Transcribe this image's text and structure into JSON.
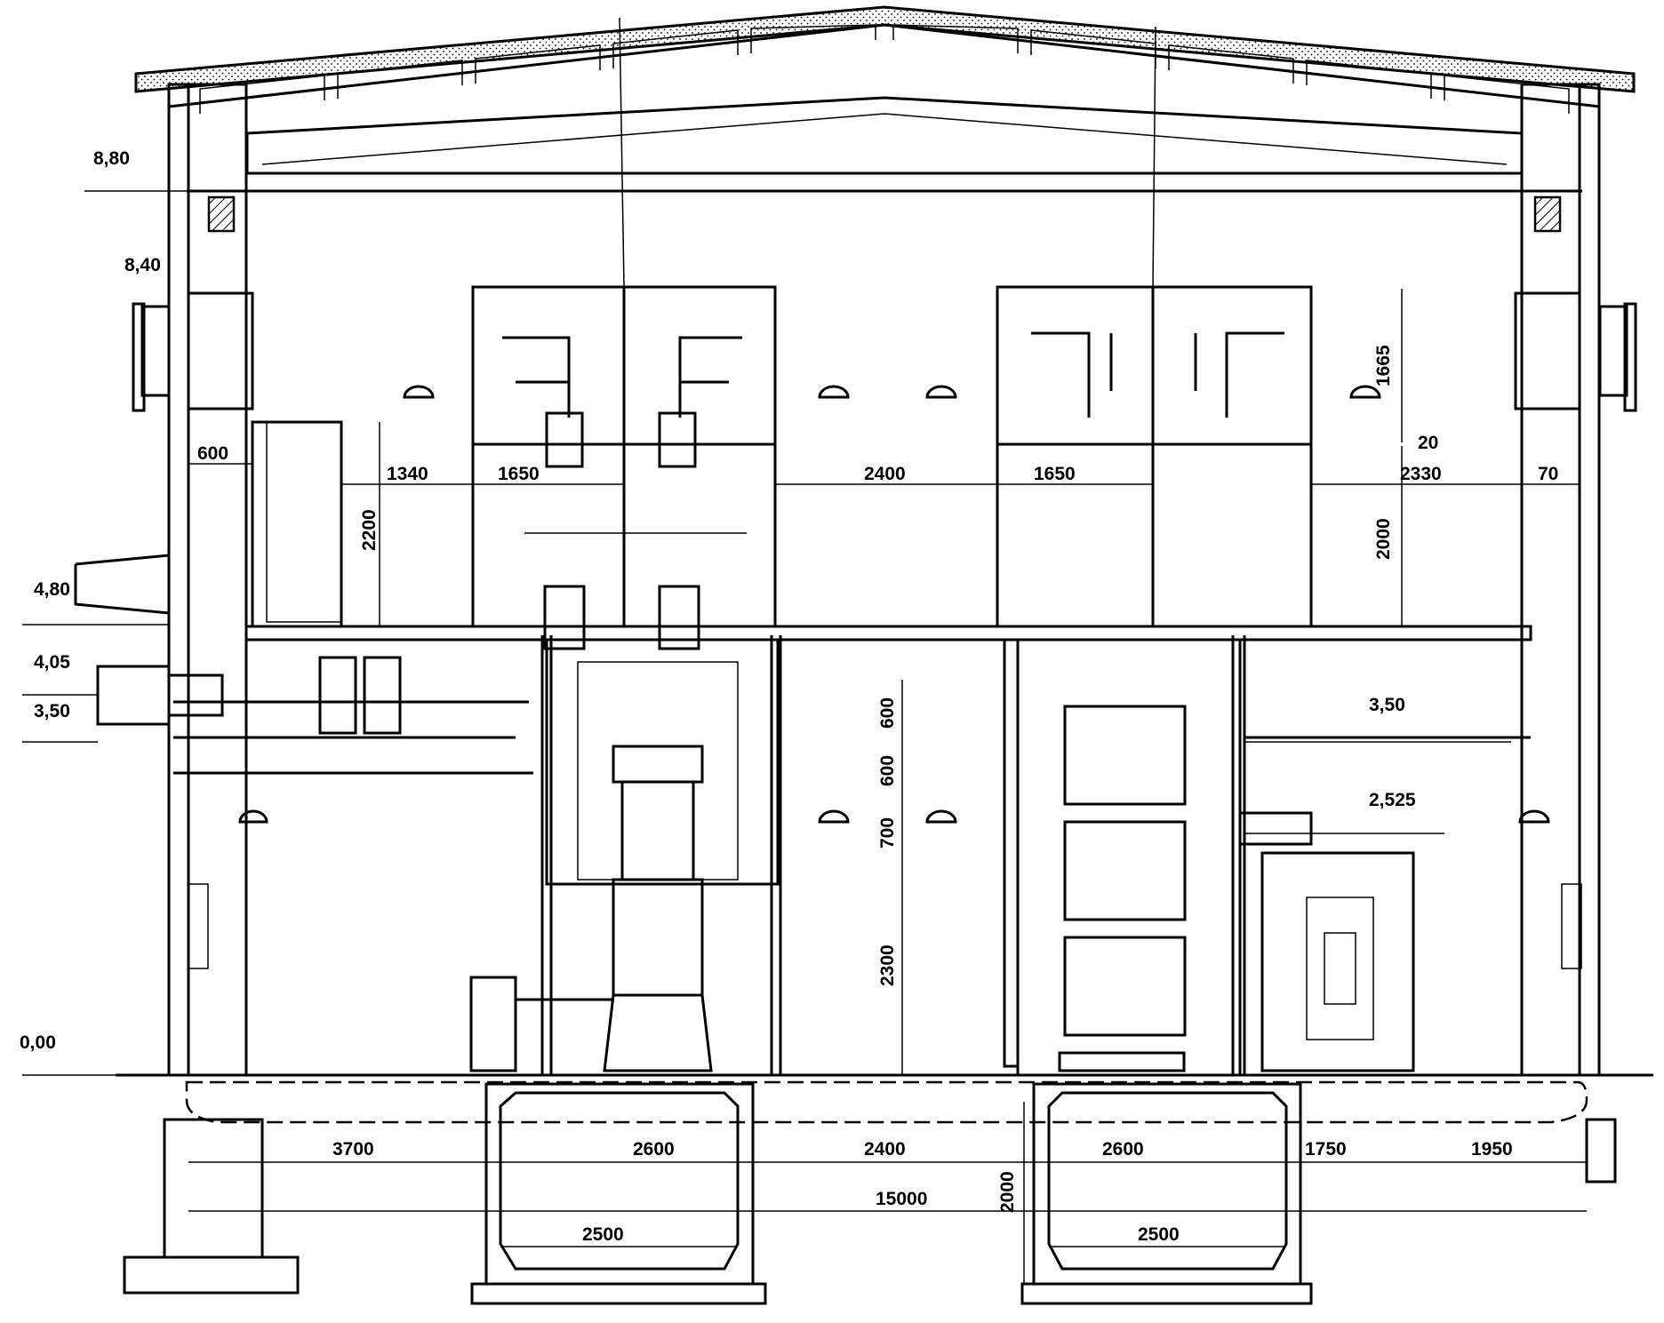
{
  "elevations": [
    {
      "id": "880",
      "label": "8,80"
    },
    {
      "id": "840",
      "label": "8,40"
    },
    {
      "id": "480",
      "label": "4,80"
    },
    {
      "id": "405",
      "label": "4,05"
    },
    {
      "id": "350l",
      "label": "3,50"
    },
    {
      "id": "000",
      "label": "0,00"
    },
    {
      "id": "350r",
      "label": "3,50"
    },
    {
      "id": "2525",
      "label": "2,525"
    }
  ],
  "dims_upper": [
    {
      "id": "d600a",
      "label": "600"
    },
    {
      "id": "d1340",
      "label": "1340"
    },
    {
      "id": "d1650a",
      "label": "1650"
    },
    {
      "id": "d2400a",
      "label": "2400"
    },
    {
      "id": "d1650b",
      "label": "1650"
    },
    {
      "id": "d2330",
      "label": "2330"
    },
    {
      "id": "d70",
      "label": "70"
    },
    {
      "id": "d2200",
      "label": "2200"
    },
    {
      "id": "d1665",
      "label": "1665"
    },
    {
      "id": "d20",
      "label": "20"
    },
    {
      "id": "d2000a",
      "label": "2000"
    }
  ],
  "dims_middle": [
    {
      "id": "d600b",
      "label": "600"
    },
    {
      "id": "d600c",
      "label": "600"
    },
    {
      "id": "d700",
      "label": "700"
    },
    {
      "id": "d2300",
      "label": "2300"
    }
  ],
  "dims_lower": [
    {
      "id": "d3700",
      "label": "3700"
    },
    {
      "id": "d2600a",
      "label": "2600"
    },
    {
      "id": "d2400b",
      "label": "2400"
    },
    {
      "id": "d2600b",
      "label": "2600"
    },
    {
      "id": "d1750",
      "label": "1750"
    },
    {
      "id": "d1950",
      "label": "1950"
    },
    {
      "id": "d15000",
      "label": "15000"
    },
    {
      "id": "d2000b",
      "label": "2000"
    },
    {
      "id": "d2500a",
      "label": "2500"
    },
    {
      "id": "d2500b",
      "label": "2500"
    }
  ]
}
